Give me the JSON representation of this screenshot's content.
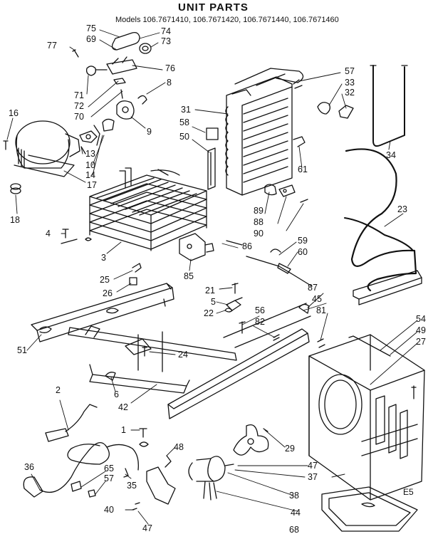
{
  "title": "UNIT PARTS",
  "models_line": "Models 106.7671410, 106.7671420, 106.7671440, 106.7671460",
  "page_tag": "E5",
  "callouts": [
    "75",
    "74",
    "73",
    "69",
    "77",
    "76",
    "71",
    "72",
    "70",
    "8",
    "16",
    "9",
    "13",
    "10",
    "14",
    "17",
    "18",
    "4",
    "3",
    "25",
    "26",
    "51",
    "2",
    "6",
    "42",
    "1",
    "36",
    "65",
    "57",
    "35",
    "48",
    "40",
    "47",
    "31",
    "58",
    "50",
    "57",
    "33",
    "32",
    "34",
    "61",
    "23",
    "89",
    "88",
    "90",
    "59",
    "60",
    "86",
    "85",
    "21",
    "5",
    "22",
    "56",
    "82",
    "87",
    "45",
    "81",
    "54",
    "49",
    "27",
    "24",
    "29",
    "47",
    "37",
    "38",
    "44",
    "68"
  ]
}
